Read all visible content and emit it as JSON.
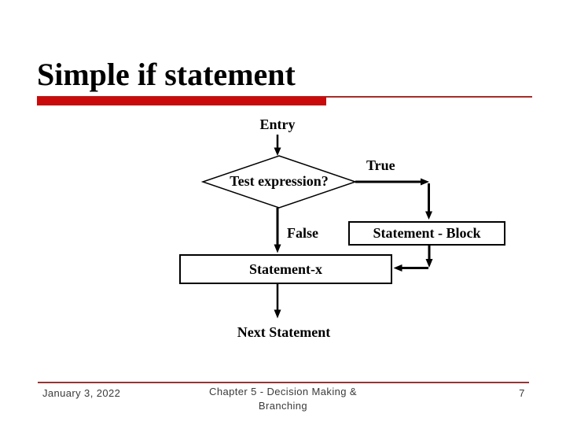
{
  "slide": {
    "title": "Simple if statement",
    "accent_bar_color": "#c90b0b",
    "accent_line_color": "#aa2b28",
    "footer_line_color": "#993333"
  },
  "flowchart": {
    "entry_label": "Entry",
    "condition_label": "Test expression?",
    "true_label": "True",
    "false_label": "False",
    "statement_block_label": "Statement - Block",
    "statement_x_label": "Statement-x",
    "next_label": "Next Statement"
  },
  "footer": {
    "date": "January 3, 2022",
    "chapter": "Chapter 5 - Decision Making & Branching",
    "page_number": "7"
  }
}
